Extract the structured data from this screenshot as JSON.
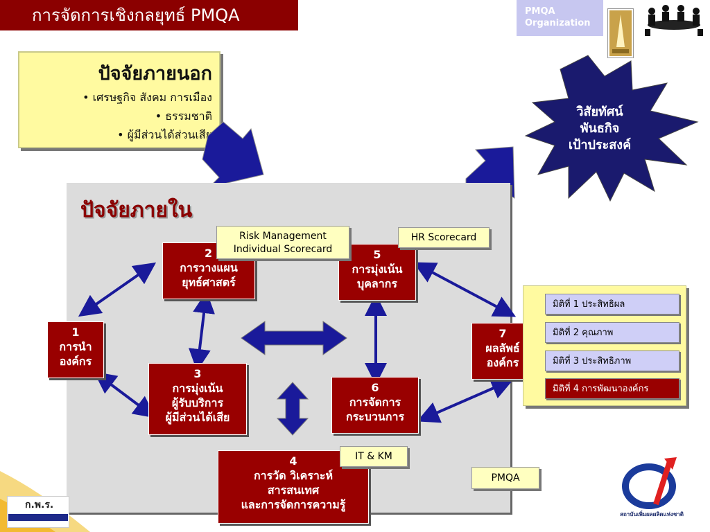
{
  "header": {
    "title": "การจัดการเชิงกลยุทธ์  PMQA"
  },
  "org": {
    "line1": "PMQA",
    "line2": "Organization"
  },
  "external": {
    "title": "ปัจจัยภายนอก",
    "items": [
      "•  เศรษฐกิจ สังคม การเมือง",
      "•  ธรรมชาติ",
      "•  ผู้มีส่วนได้ส่วนเสีย"
    ]
  },
  "star": {
    "line1": "วิสัยทัศน์",
    "line2": "พันธกิจ",
    "line3": "เป้าประสงค์"
  },
  "internal": {
    "title": "ปัจจัยภายใน"
  },
  "nodes": {
    "n1": {
      "num": "1",
      "l1": "การนำ",
      "l2": "องค์กร"
    },
    "n2": {
      "num": "2",
      "l1": "การวางแผน",
      "l2": "ยุทธ์ศาสตร์"
    },
    "n3": {
      "num": "3",
      "l1": "การมุ่งเน้น",
      "l2": "ผู้รับบริการ",
      "l3": "ผู้มีส่วนได้เสีย"
    },
    "n4": {
      "num": "4",
      "l1": "การวัด วิเคราะห์",
      "l2": "สารสนเทศ",
      "l3": "และการจัดการความรู้"
    },
    "n5": {
      "num": "5",
      "l1": "การมุ่งเน้น",
      "l2": "บุคลากร"
    },
    "n6": {
      "num": "6",
      "l1": "การจัดการ",
      "l2": "กระบวนการ"
    },
    "n7": {
      "num": "7",
      "l1": "ผลลัพธ์",
      "l2": "องค์กร"
    }
  },
  "notes": {
    "risk_l1": "Risk Management",
    "risk_l2": "Individual Scorecard",
    "hr": "HR  Scorecard",
    "itkm": "IT  &  KM",
    "pmqa": "PMQA"
  },
  "dimensions": [
    "มิติที่ 1 ประสิทธิผล",
    "มิติที่ 2 คุณภาพ",
    "มิติที่ 3 ประสิทธิภาพ",
    "มิติที่ 4 การพัฒนาองค์กร"
  ],
  "footer": {
    "kpr": "ก.พ.ร.",
    "tpi": "สถาบันเพิ่มผลผลิตแห่งชาติ"
  },
  "colors": {
    "accent": "#8b0000",
    "arrow": "#1a1a9a",
    "note": "#ffffc0",
    "panel": "#dcdcdc"
  }
}
